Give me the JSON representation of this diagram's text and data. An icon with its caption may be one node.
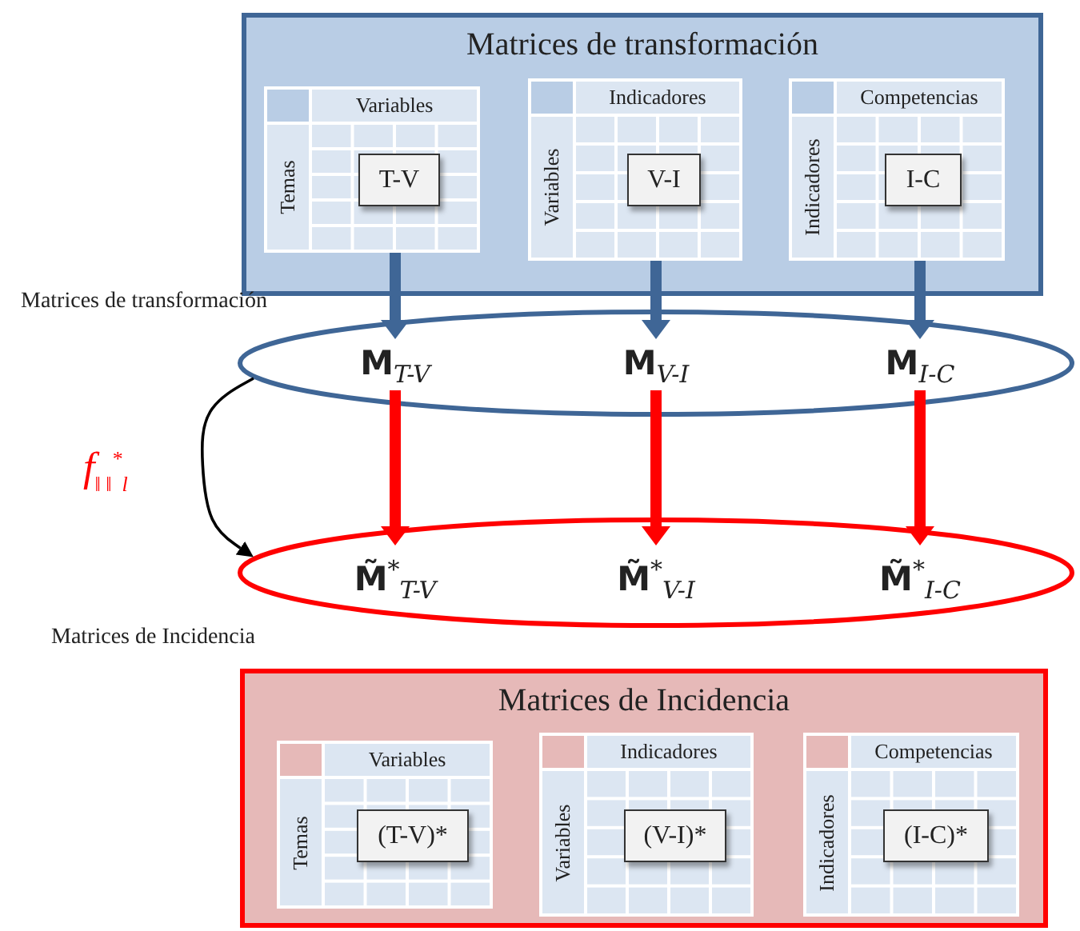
{
  "diagram": {
    "nodes": [
      {
        "text": [
          "Matrices de transformación"
        ]
      },
      {
        "text": [
          "Variables",
          "Temas"
        ],
        "in": 0
      },
      {
        "text": [
          "T-V"
        ],
        "in": 1
      },
      {
        "text": [
          "Indicadores",
          "Variables"
        ],
        "in": 0
      },
      {
        "text": [
          "V-I"
        ],
        "in": 3
      },
      {
        "text": [
          "Competencias",
          "Indicadores"
        ],
        "in": 0
      },
      {
        "text": [
          "I-C"
        ],
        "in": 5
      },
      {
        "text": [],
        "shape": "ellipse",
        "beside": [
          "Matrices de transformación"
        ]
      },
      {
        "text": [
          "M$_{T-V}$"
        ],
        "in": 7
      },
      {
        "text": [
          "M$_{V-I}$"
        ],
        "in": 7
      },
      {
        "text": [
          "M$_{I-C}$"
        ],
        "in": 7
      },
      {
        "text": [],
        "shape": "ellipse",
        "beside": [
          "Matrices de Incidencia"
        ]
      },
      {
        "text": [
          "M̃$^{*}$$_{T-V}$"
        ],
        "in": 11
      },
      {
        "text": [
          "M̃$^{*}$$_{V-I}$"
        ],
        "in": 11
      },
      {
        "text": [
          "M̃$^{*}$$_{I-C}$"
        ],
        "in": 11
      },
      {
        "text": [
          "Matrices de Incidencia"
        ]
      },
      {
        "text": [
          "Variables",
          "Temas"
        ],
        "in": 15
      },
      {
        "text": [
          "(T-V)*"
        ],
        "in": 16
      },
      {
        "text": [
          "Indicadores",
          "Variables"
        ],
        "in": 15
      },
      {
        "text": [
          "(V-I)*"
        ],
        "in": 18
      },
      {
        "text": [
          "Competencias",
          "Indicadores"
        ],
        "in": 15
      },
      {
        "text": [
          "(I-C)*"
        ],
        "in": 20
      }
    ],
    "edges": [
      {
        "from": 1,
        "to": 8,
        "arrow": "to"
      },
      {
        "from": 3,
        "to": 9,
        "arrow": "to"
      },
      {
        "from": 5,
        "to": 10,
        "arrow": "to"
      },
      {
        "from": 8,
        "to": 12,
        "arrow": "to",
        "color": "#ff0000"
      },
      {
        "from": 9,
        "to": 13,
        "arrow": "to",
        "color": "#ff0000"
      },
      {
        "from": 10,
        "to": 14,
        "arrow": "to",
        "color": "#ff0000"
      },
      {
        "from": 7,
        "to": 11,
        "arrow": "to",
        "color": "#000000",
        "label": "f$_{‖ ‖}$$^{*}$$_{l}$"
      }
    ]
  }
}
